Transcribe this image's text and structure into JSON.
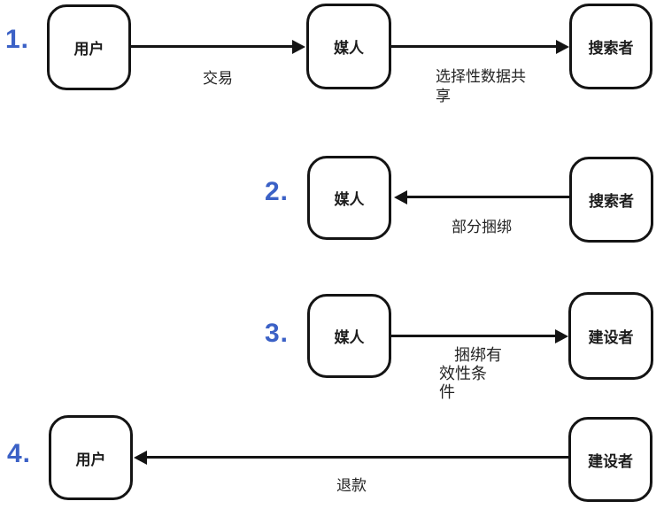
{
  "diagram": {
    "background": "#ffffff",
    "colors": {
      "step_number": "#3b61c6",
      "box_border": "#141414",
      "arrow": "#141414",
      "label_text": "#232323"
    },
    "flows": [
      {
        "number": "1.",
        "nodes": [
          {
            "label": "用户"
          },
          {
            "label": "媒人"
          },
          {
            "label": "搜索者"
          }
        ],
        "arrows": [
          {
            "direction": "right",
            "from": "用户",
            "to": "媒人",
            "label": "交易"
          },
          {
            "direction": "right",
            "from": "媒人",
            "to": "搜索者",
            "lines": [
              "选择性数据共",
              "享"
            ]
          }
        ]
      },
      {
        "number": "2.",
        "nodes": [
          {
            "label": "媒人"
          },
          {
            "label": "搜索者"
          }
        ],
        "arrows": [
          {
            "direction": "left",
            "from": "搜索者",
            "to": "媒人",
            "label": "部分捆绑"
          }
        ]
      },
      {
        "number": "3.",
        "nodes": [
          {
            "label": "媒人"
          },
          {
            "label": "建设者"
          }
        ],
        "arrows": [
          {
            "direction": "right",
            "from": "媒人",
            "to": "建设者",
            "lines": [
              "捆绑有",
              "效性条",
              "件"
            ]
          }
        ]
      },
      {
        "number": "4.",
        "nodes": [
          {
            "label": "用户"
          },
          {
            "label": "建设者"
          }
        ],
        "arrows": [
          {
            "direction": "left",
            "from": "建设者",
            "to": "用户",
            "label": "退款"
          }
        ]
      }
    ]
  }
}
